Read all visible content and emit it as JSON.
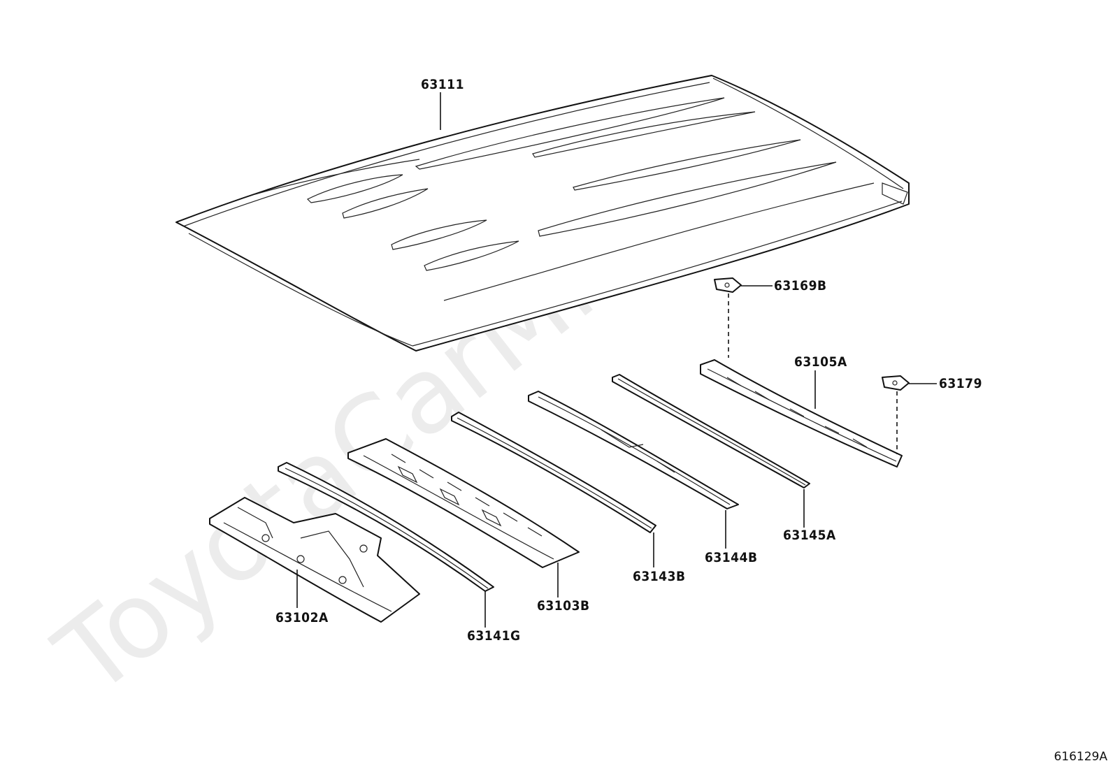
{
  "watermark": "ToyotaCarMiru.ru",
  "diagram_code": "616129A",
  "parts": {
    "roof_panel": "63111",
    "reinforcement_front": "63102A",
    "bow_1": "63141G",
    "reinforcement_center": "63103B",
    "bow_2": "63143B",
    "bow_3": "63144B",
    "bow_4": "63145A",
    "reinforcement_rear": "63105A",
    "plate_upper": "63169B",
    "plate_rear": "63179"
  }
}
